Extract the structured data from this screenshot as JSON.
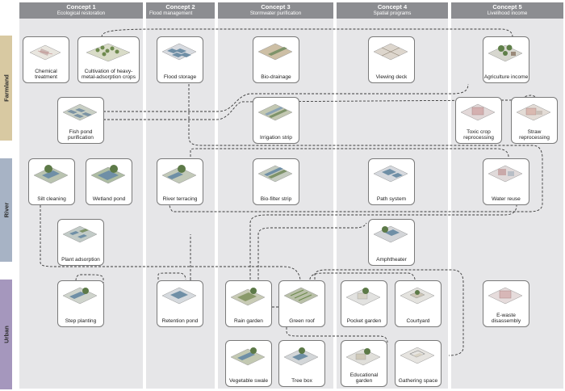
{
  "columns": [
    {
      "title": "Concept 1",
      "subtitle": "Ecological restoration"
    },
    {
      "title": "Concept 2",
      "subtitle": "Flood management"
    },
    {
      "title": "Concept 3",
      "subtitle": "Stormwater purification"
    },
    {
      "title": "Concept 4",
      "subtitle": "Spatial programs"
    },
    {
      "title": "Concept 5",
      "subtitle": "Livelihood income"
    }
  ],
  "rows": [
    {
      "label": "Farmland",
      "color": "#d8c9a2"
    },
    {
      "label": "River",
      "color": "#a7b3c5"
    },
    {
      "label": "Urban",
      "color": "#a597bd"
    }
  ],
  "cards": [
    {
      "id": "chemical-treatment",
      "label": "Chemical treatment",
      "icon": "chemical-icon"
    },
    {
      "id": "heavy-metal-crops",
      "label": "Cultivation of heavy-metal-adsorption crops",
      "icon": "crops-icon"
    },
    {
      "id": "flood-storage",
      "label": "Flood storage",
      "icon": "storage-icon"
    },
    {
      "id": "bio-drainage",
      "label": "Bio-drainage",
      "icon": "drainage-icon"
    },
    {
      "id": "viewing-deck",
      "label": "Viewing deck",
      "icon": "deck-icon"
    },
    {
      "id": "agriculture-income",
      "label": "Agriculture income",
      "icon": "agriculture-icon"
    },
    {
      "id": "fish-pond-purification",
      "label": "Fish pond purification",
      "icon": "fish-pond-icon"
    },
    {
      "id": "irrigation-strip",
      "label": "Irrigation strip",
      "icon": "irrigation-icon"
    },
    {
      "id": "toxic-crop-reprocessing",
      "label": "Toxic crop reprocessing",
      "icon": "toxic-crop-icon"
    },
    {
      "id": "straw-reprocessing",
      "label": "Straw reprocessing",
      "icon": "straw-icon"
    },
    {
      "id": "silt-cleaning",
      "label": "Silt cleaning",
      "icon": "silt-icon"
    },
    {
      "id": "wetland-pond",
      "label": "Wetland pond",
      "icon": "wetland-icon"
    },
    {
      "id": "river-terracing",
      "label": "River terracing",
      "icon": "terracing-icon"
    },
    {
      "id": "bio-filter-strip",
      "label": "Bio-filter strip",
      "icon": "bio-filter-icon"
    },
    {
      "id": "path-system",
      "label": "Path system",
      "icon": "path-icon"
    },
    {
      "id": "water-reuse",
      "label": "Water reuse",
      "icon": "water-reuse-icon"
    },
    {
      "id": "plant-adsorption",
      "label": "Plant adsorption",
      "icon": "plant-icon"
    },
    {
      "id": "amphitheater",
      "label": "Amphtheater",
      "icon": "amphitheater-icon"
    },
    {
      "id": "step-planting",
      "label": "Step planting",
      "icon": "step-icon"
    },
    {
      "id": "retention-pond",
      "label": "Retention pond",
      "icon": "retention-icon"
    },
    {
      "id": "rain-garden",
      "label": "Rain garden",
      "icon": "rain-garden-icon"
    },
    {
      "id": "green-roof",
      "label": "Green roof",
      "icon": "green-roof-icon"
    },
    {
      "id": "pocket-garden",
      "label": "Pocket garden",
      "icon": "pocket-garden-icon"
    },
    {
      "id": "courtyard",
      "label": "Courtyard",
      "icon": "courtyard-icon"
    },
    {
      "id": "e-waste-disassembly",
      "label": "E-waste disassembly",
      "icon": "e-waste-icon"
    },
    {
      "id": "vegetable-swale",
      "label": "Vegetable swale",
      "icon": "swale-icon"
    },
    {
      "id": "tree-box",
      "label": "Tree box",
      "icon": "tree-box-icon"
    },
    {
      "id": "educational-garden",
      "label": "Educational garden",
      "icon": "educational-icon"
    },
    {
      "id": "gathering-space",
      "label": "Gathering space",
      "icon": "gathering-icon"
    }
  ],
  "colors": {
    "column_bg": "#e6e6e8",
    "column_header": "#8c8d91",
    "water": "#6f8fa6",
    "grass": "#8a9a6a",
    "soil": "#c7bfae"
  }
}
